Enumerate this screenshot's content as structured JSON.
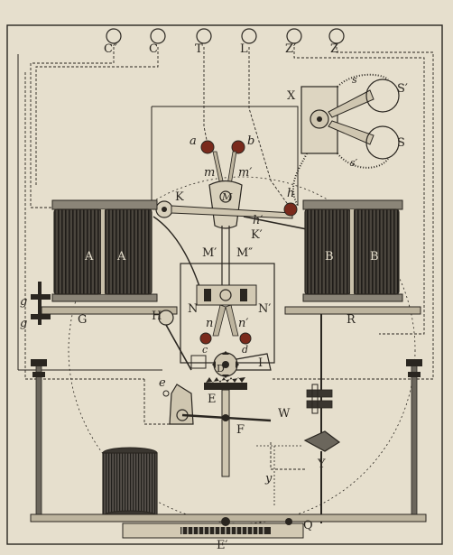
{
  "terminals": [
    {
      "label": "C″"
    },
    {
      "label": "C"
    },
    {
      "label": "T"
    },
    {
      "label": "L"
    },
    {
      "label": "Z′"
    },
    {
      "label": "Z"
    }
  ],
  "labels": {
    "X": "X",
    "S1": "S′",
    "S": "S",
    "s": "s",
    "s2": "s′",
    "a": "a",
    "b": "b",
    "m": "m",
    "m2": "m′",
    "M": "M",
    "K": "K",
    "K2": "K′",
    "h": "h",
    "h2": "h′",
    "A": "A",
    "A2": "A",
    "B": "B",
    "B2": "B",
    "M2": "M′",
    "M3": "M″",
    "N": "N",
    "N2": "N′",
    "n": "n",
    "n2": "n′",
    "c": "c",
    "d": "d",
    "G": "G",
    "H": "H",
    "R": "R",
    "g": "g",
    "g2": "g",
    "D": "D",
    "I": "I",
    "E": "E",
    "e": "e",
    "F": "F",
    "W": "W",
    "Y": "Y",
    "y": "y",
    "Q": "Q",
    "E2": "E′"
  },
  "colors": {
    "ink": "#2a2620",
    "paper": "#e6dfcd",
    "coil_dark": "#3a3630",
    "coil_mid": "#6b665c",
    "marker": "#7a2a1c"
  }
}
